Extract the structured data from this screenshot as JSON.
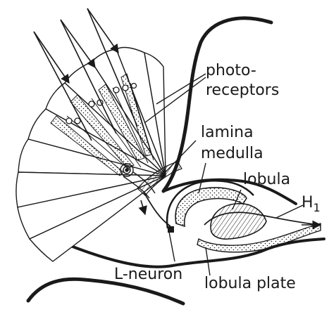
{
  "labels": {
    "photoreceptors_line1": "photo-",
    "photoreceptors_line2": "receptors",
    "lamina": "lamina",
    "medulla": "medulla",
    "lobula": "lobula",
    "h1_base": "H",
    "h1_sub": "1",
    "l_neuron": "L-neuron",
    "lobula_plate": "lobula plate"
  },
  "colors": {
    "ink": "#1a1a1a",
    "background": "#ffffff"
  }
}
